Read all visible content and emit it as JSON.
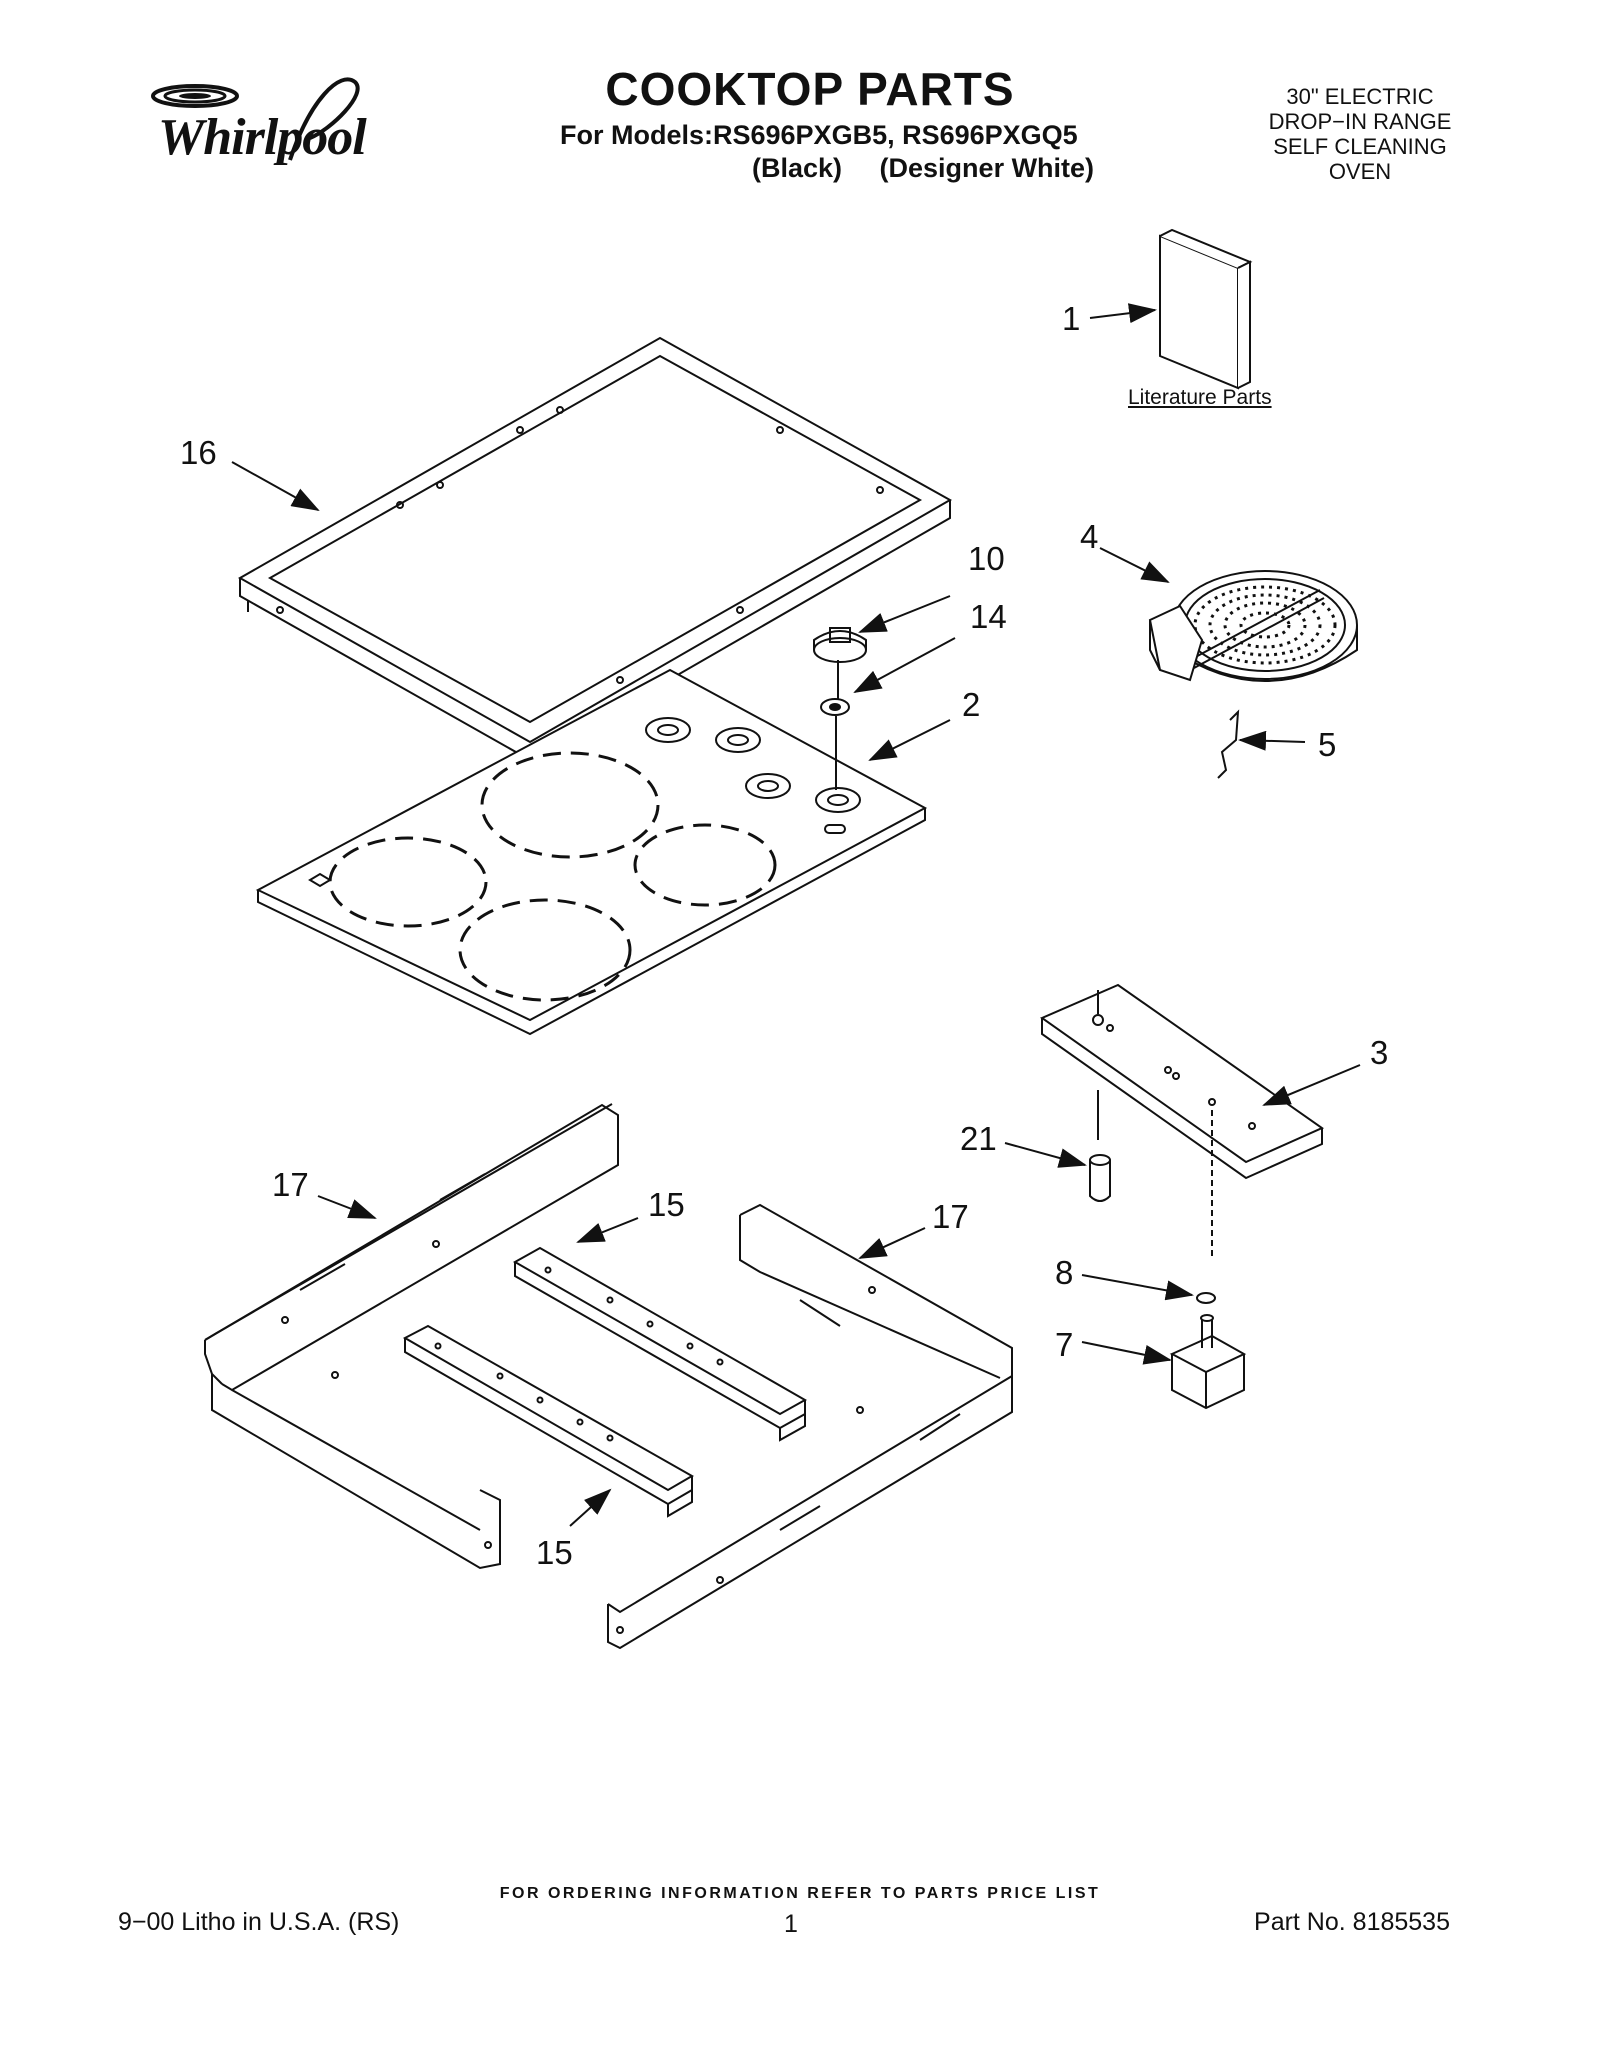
{
  "brand": {
    "name": "Whirlpool"
  },
  "header": {
    "title": "COOKTOP PARTS",
    "models_line": "For Models:RS696PXGB5, RS696PXGQ5",
    "variants_line": "(Black)     (Designer White)",
    "product_lines": [
      "30\" ELECTRIC",
      "DROP−IN RANGE",
      "SELF CLEANING",
      "OVEN"
    ]
  },
  "diagram": {
    "literature_label": "Literature Parts",
    "callouts": [
      "1",
      "16",
      "4",
      "10",
      "14",
      "2",
      "5",
      "3",
      "21",
      "17",
      "15",
      "17",
      "8",
      "7",
      "15"
    ]
  },
  "footer": {
    "ordering_note": "FOR ORDERING INFORMATION REFER TO PARTS PRICE LIST",
    "print_info": "9−00 Litho in U.S.A. (RS)",
    "page_number": "1",
    "part_number": "Part No. 8185535"
  },
  "colors": {
    "ink": "#111111",
    "paper": "#ffffff"
  }
}
